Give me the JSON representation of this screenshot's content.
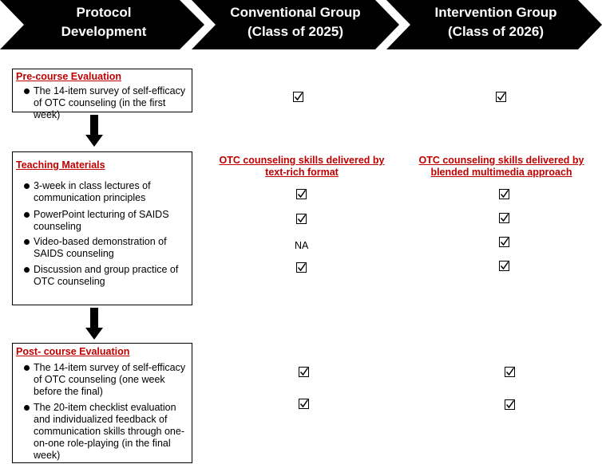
{
  "headers": {
    "protocol": "Protocol\nDevelopment",
    "conventional": "Conventional Group\n(Class of 2025)",
    "intervention": "Intervention Group\n(Class of 2026)"
  },
  "colors": {
    "header_bg": "#000000",
    "accent": "#c00000"
  },
  "pre_course": {
    "title": "Pre-course Evaluation",
    "items": [
      {
        "text": "The 14-item survey of self-efficacy\nof OTC counseling (in the first week)",
        "conventional": "check",
        "intervention": "check"
      }
    ]
  },
  "teaching": {
    "title": "Teaching Materials",
    "conventional_header": "OTC counseling skills delivered by\ntext-rich format",
    "intervention_header": "OTC counseling skills delivered by\nblended multimedia approach",
    "items": [
      {
        "text": "3-week in class lectures of\ncommunication principles",
        "conventional": "check",
        "intervention": "check"
      },
      {
        "text": "PowerPoint lecturing of SAIDS\ncounseling",
        "conventional": "check",
        "intervention": "check"
      },
      {
        "text": "Video-based demonstration of\nSAIDS counseling",
        "conventional": "NA",
        "intervention": "check"
      },
      {
        "text": "Discussion and group practice of\nOTC counseling",
        "conventional": "check",
        "intervention": "check"
      }
    ]
  },
  "post_course": {
    "title": "Post- course Evaluation",
    "items": [
      {
        "text": "The 14-item survey of self-efficacy\nof OTC counseling (one week\nbefore the final)",
        "conventional": "check",
        "intervention": "check"
      },
      {
        "text": "The 20-item checklist evaluation\nand individualized feedback of\ncommunication skills through one-\non-one role-playing (in the final\nweek)",
        "conventional": "check",
        "intervention": "check"
      }
    ]
  },
  "icons": {
    "check": "checkbox-checked-icon",
    "arrow": "down-arrow-icon",
    "bullet": "bullet-icon"
  }
}
